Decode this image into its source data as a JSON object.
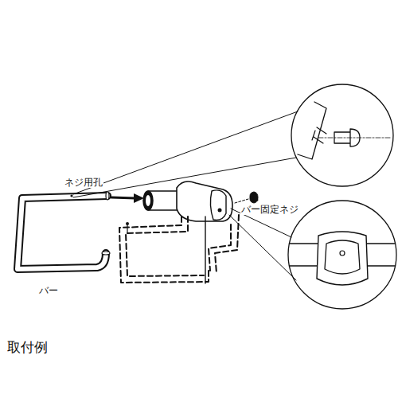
{
  "diagram": {
    "caption": "取付例",
    "labels": [
      "ネジ用孔",
      "バー",
      "バー固定ネジ"
    ]
  }
}
